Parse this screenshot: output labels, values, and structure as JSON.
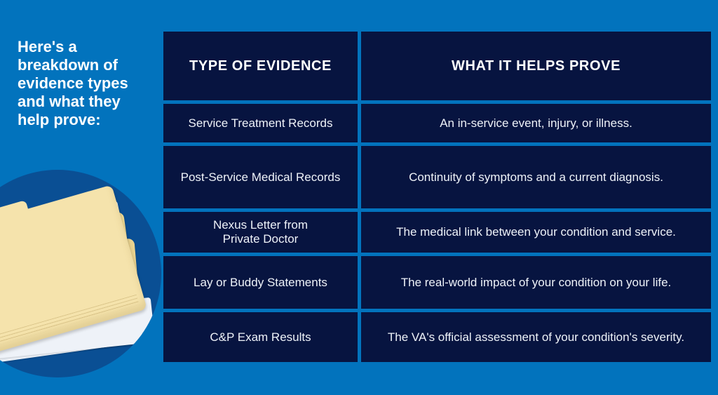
{
  "headline": {
    "text": "Here's a\nbreakdown of\nevidence types\nand what they\nhelp prove:"
  },
  "photo": {
    "name": "manila-folders-photo"
  },
  "table": {
    "headers": {
      "type": "TYPE OF EVIDENCE",
      "proves": "WHAT IT HELPS PROVE"
    },
    "rows": [
      {
        "type": "Service Treatment Records",
        "proves": "An in-service event, injury, or illness."
      },
      {
        "type": "Post-Service Medical Records",
        "proves": "Continuity of symptoms and a current diagnosis."
      },
      {
        "type": "Nexus Letter from\nPrivate Doctor",
        "proves": "The medical link between your condition and service."
      },
      {
        "type": "Lay or Buddy Statements",
        "proves": "The real-world impact of your condition on your life."
      },
      {
        "type": "C&P Exam Results",
        "proves": "The VA's official assessment of your condition's severity."
      }
    ]
  },
  "colors": {
    "background": "#0273bd",
    "table_cell": "#071440",
    "photo_circle": "#0a4f94",
    "folder_manila": "#f5e3ac",
    "headline_text": "#ffffff",
    "cell_text": "#eef2f8"
  }
}
